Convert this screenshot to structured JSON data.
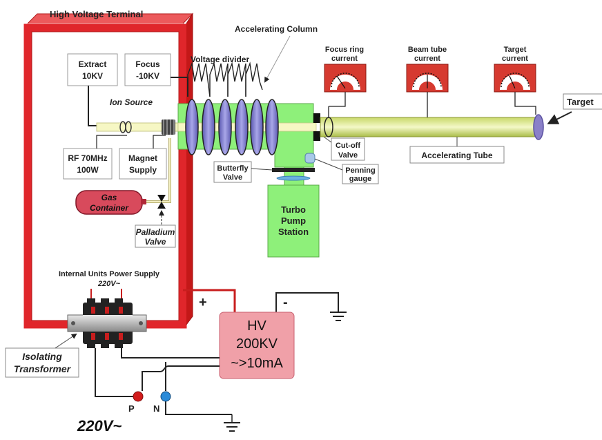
{
  "labels": {
    "terminal": "High Voltage Terminal",
    "column": "Accelerating Column",
    "divider": "Voltage divider",
    "extract_l1": "Extract",
    "extract_l2": "10KV",
    "focus_l1": "Focus",
    "focus_l2": "-10KV",
    "ion_source": "Ion Source",
    "rf_l1": "RF 70MHz",
    "rf_l2": "100W",
    "magnet_l1": "Magnet",
    "magnet_l2": "Supply",
    "gas_l1": "Gas",
    "gas_l2": "Container",
    "palladium_l1": "Palladium",
    "palladium_l2": "Valve",
    "butterfly_l1": "Butterfly",
    "butterfly_l2": "Valve",
    "cutoff_l1": "Cut-off",
    "cutoff_l2": "Valve",
    "penning_l1": "Penning",
    "penning_l2": "gauge",
    "turbo_l1": "Turbo",
    "turbo_l2": "Pump",
    "turbo_l3": "Station",
    "tube": "Accelerating Tube",
    "target": "Target",
    "meter1_l1": "Focus ring",
    "meter1_l2": "current",
    "meter2_l1": "Beam tube",
    "meter2_l2": "current",
    "meter3_l1": "Target",
    "meter3_l2": "current",
    "psu_title": "Internal Units Power Supply",
    "psu_volt": "220V~",
    "isolating_l1": "Isolating",
    "isolating_l2": "Transformer",
    "hv_l1": "HV",
    "hv_l2": "200KV",
    "hv_l3": "~>10mA",
    "plus": "+",
    "minus": "-",
    "p": "P",
    "n": "N",
    "mains": "220V~"
  },
  "colors": {
    "frame_red": "#e0262b",
    "beam_green": "#8ef07a",
    "tube_yellow": "#e8f0a0",
    "lens_purple": "#7a78c8",
    "meter_red": "#d63a30",
    "gas_red": "#d84a5c",
    "hv_pink": "#f0a0a8",
    "p_red": "#d21c1c",
    "n_blue": "#2a8ad8"
  }
}
